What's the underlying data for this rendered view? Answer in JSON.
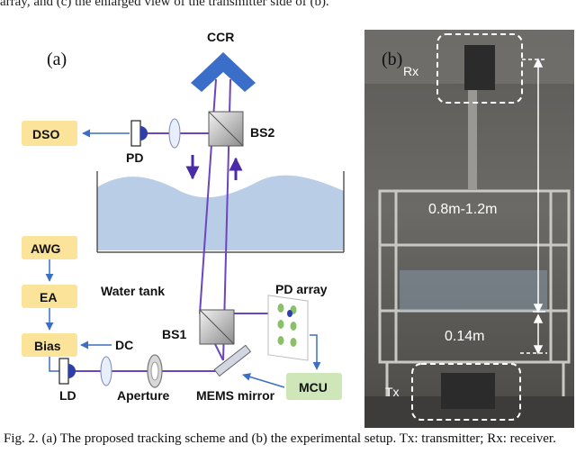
{
  "top_caption": "array, and (c) the enlarged view of the transmitter side of (b).",
  "panel_a": {
    "label": "(a)",
    "components": {
      "ccr": "CCR",
      "dso": "DSO",
      "pd": "PD",
      "bs2": "BS2",
      "awg": "AWG",
      "ea": "EA",
      "bias": "Bias",
      "dc": "DC",
      "ld": "LD",
      "water_tank": "Water tank",
      "bs1": "BS1",
      "pd_array": "PD array",
      "mcu": "MCU",
      "aperture": "Aperture",
      "mems_mirror": "MEMS mirror"
    },
    "colors": {
      "box_fill": "#fbe39a",
      "water": "#b9cde6",
      "beam": "#6b46c1",
      "arrow": "#3b6fc4",
      "mcu_fill": "#cfe7b8",
      "ccr": "#3a6ec8"
    }
  },
  "panel_b": {
    "label": "(b)",
    "rx": "Rx",
    "tx": "Tx",
    "dist_long": "0.8m-1.2m",
    "dist_short": "0.14m"
  },
  "caption": "Fig. 2. (a) The proposed tracking scheme and (b) the experimental setup. Tx: transmitter; Rx: receiver."
}
